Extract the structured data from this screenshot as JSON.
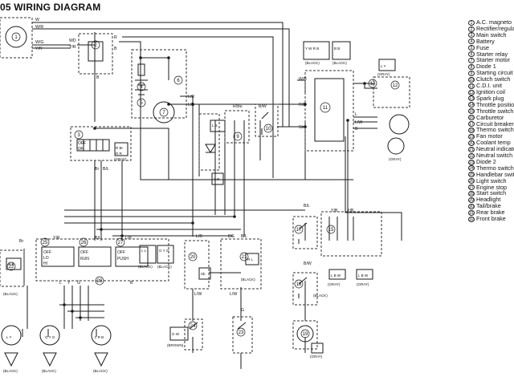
{
  "title": "05 WIRING DIAGRAM",
  "legend": [
    {
      "num": "1",
      "label": "A.C. magneto"
    },
    {
      "num": "2",
      "label": "Rectifier/regulator"
    },
    {
      "num": "3",
      "label": "Main switch"
    },
    {
      "num": "4",
      "label": "Battery"
    },
    {
      "num": "5",
      "label": "Fuse"
    },
    {
      "num": "6",
      "label": "Starter relay"
    },
    {
      "num": "7",
      "label": "Starter motor"
    },
    {
      "num": "8",
      "label": "Diode 1"
    },
    {
      "num": "9",
      "label": "Starting circuit"
    },
    {
      "num": "10",
      "label": "Clutch switch"
    },
    {
      "num": "11",
      "label": "C.D.I. unit"
    },
    {
      "num": "12",
      "label": "Ignition coil"
    },
    {
      "num": "13",
      "label": "Spark plug"
    },
    {
      "num": "14",
      "label": "Throttle position"
    },
    {
      "num": "15",
      "label": "Throttle switch"
    },
    {
      "num": "16",
      "label": "Carburetor"
    },
    {
      "num": "17",
      "label": "Circuit breaker"
    },
    {
      "num": "18",
      "label": "Thermo switch"
    },
    {
      "num": "19",
      "label": "Fan motor"
    },
    {
      "num": "20",
      "label": "Coolant temp"
    },
    {
      "num": "21",
      "label": "Neutral indicator"
    },
    {
      "num": "22",
      "label": "Neutral switch"
    },
    {
      "num": "23",
      "label": "Diode 2"
    },
    {
      "num": "24",
      "label": "Thermo switch"
    },
    {
      "num": "25",
      "label": "Handlebar switch"
    },
    {
      "num": "26",
      "label": "Light switch"
    },
    {
      "num": "27",
      "label": "Engine stop"
    },
    {
      "num": "28",
      "label": "Start switch"
    },
    {
      "num": "29",
      "label": "Headlight"
    },
    {
      "num": "30",
      "label": "Tail/brake"
    },
    {
      "num": "31",
      "label": "Rear brake"
    },
    {
      "num": "32",
      "label": "Front brake"
    }
  ],
  "component_numbers": {
    "c1": "1",
    "c2": "2",
    "c3": "3",
    "c4": "4",
    "c5": "5",
    "c6": "6",
    "c7": "7",
    "c9": "9",
    "c10": "10",
    "c11": "11",
    "c12": "12",
    "c14": "14",
    "c15": "15",
    "c17": "17",
    "c18": "18",
    "c19": "19",
    "c20": "20",
    "c21": "21",
    "c22": "22",
    "c23": "23",
    "c24": "24",
    "c25": "25",
    "c26": "26",
    "c27": "27",
    "c28": "28"
  },
  "wire_labels": {
    "w": "W",
    "wr": "W/R",
    "yr": "Y/R",
    "wg": "W/G",
    "r": "R",
    "b": "B",
    "wd": "WD",
    "rw": "R/W",
    "lr": "L/R",
    "lb": "L/B",
    "bw": "B/W",
    "br": "Br",
    "bl": "B/L",
    "sb": "Sb",
    "l": "L",
    "lw": "L/W",
    "gy": "G/Y",
    "ly": "L/Y",
    "y": "Y",
    "dg": "DG",
    "g": "G",
    "yb": "Y/B",
    "rb": "R/B",
    "wb": "W/B",
    "rbm": "R/Bu"
  },
  "switch_labels": {
    "off": "OFF",
    "on": "ON",
    "lo": "LO",
    "hi": "HI",
    "run": "RUN",
    "push": "PUSH"
  },
  "connector_colors": {
    "black": "(BLACK)",
    "gray": "(GRAY)",
    "brown": "(BROWN)"
  },
  "connector_codes": {
    "rbr": "R Br",
    "rr": "R R",
    "yr": "Y R",
    "sb": "Sb",
    "ll": "L L",
    "bb": "B B",
    "gyg": "G Y G",
    "bw": "B W",
    "rb": "R B",
    "lrb": "L R B",
    "ly": "L Y",
    "gw": "G W",
    "lb": "L B",
    "wb": "W B",
    "rl": "R L",
    "lbw": "L B W",
    "ywrb": "Y W R B"
  },
  "colors": {
    "line": "#1a1a1a",
    "dash": "#333333",
    "bg": "#ffffff"
  }
}
